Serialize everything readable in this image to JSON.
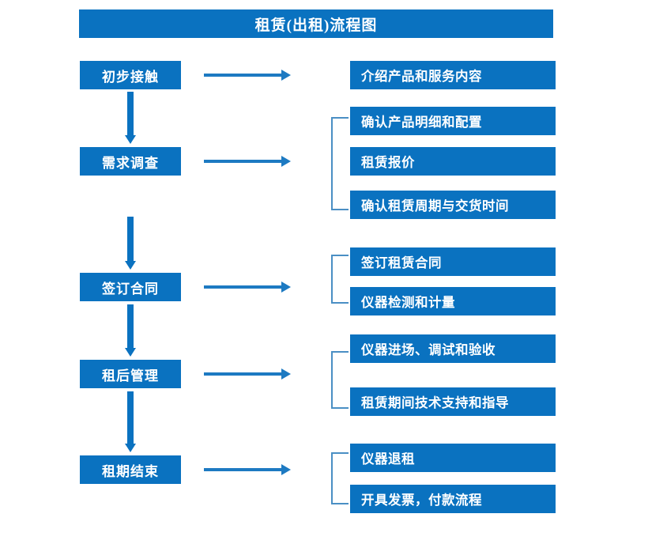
{
  "title": {
    "text": "租赁(出租)流程图"
  },
  "colors": {
    "box_fill": "#0a72c0",
    "box_text": "#ffffff",
    "arrow": "#1d7ac2",
    "bracket": "#4a8fc4",
    "background": "#ffffff"
  },
  "stages": [
    {
      "label": "初步接触"
    },
    {
      "label": "需求调查"
    },
    {
      "label": "签订合同"
    },
    {
      "label": "租后管理"
    },
    {
      "label": "租期结束"
    }
  ],
  "groups": [
    {
      "stage": "初步接触",
      "bracket": false,
      "details": [
        {
          "label": "介绍产品和服务内容"
        }
      ]
    },
    {
      "stage": "需求调查",
      "bracket": true,
      "details": [
        {
          "label": "确认产品明细和配置"
        },
        {
          "label": "租赁报价"
        },
        {
          "label": "确认租赁周期与交货时间"
        }
      ]
    },
    {
      "stage": "签订合同",
      "bracket": true,
      "details": [
        {
          "label": "签订租赁合同"
        },
        {
          "label": "仪器检测和计量"
        }
      ]
    },
    {
      "stage": "租后管理",
      "bracket": true,
      "details": [
        {
          "label": "仪器进场、调试和验收"
        },
        {
          "label": "租赁期间技术支持和指导"
        }
      ]
    },
    {
      "stage": "租期结束",
      "bracket": true,
      "details": [
        {
          "label": "仪器退租"
        },
        {
          "label": "开具发票，付款流程"
        }
      ]
    }
  ]
}
